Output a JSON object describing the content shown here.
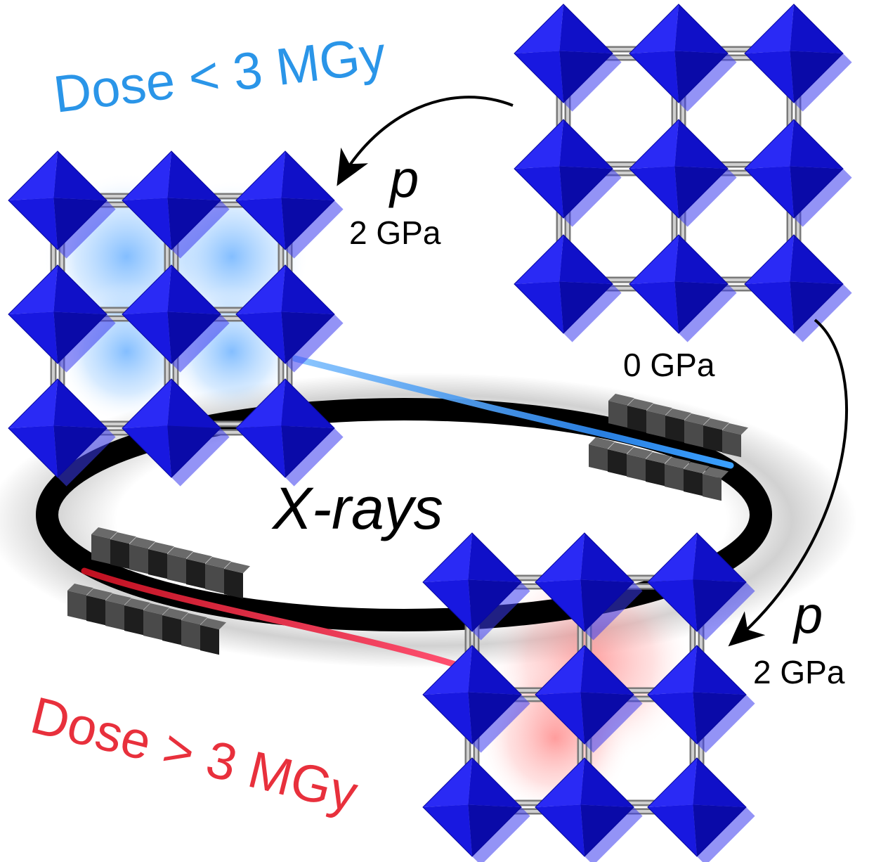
{
  "labels": {
    "dose_low": "Dose < 3 MGy",
    "dose_high": "Dose > 3 MGy",
    "pressure_symbol_top": "p",
    "pressure_value_top": "2 GPa",
    "pressure_value_start": "0 GPa",
    "pressure_symbol_bottom": "p",
    "pressure_value_bottom": "2 GPa",
    "xrays": "X-rays"
  },
  "colors": {
    "dose_low": "#2a95e8",
    "dose_high": "#e8303c",
    "octahedron": "#1414e0",
    "ring": "#000000",
    "magnet": "#3a3a3a",
    "beam_low": "#3aa0ff",
    "beam_high": "#e0303a"
  },
  "structures": [
    {
      "pressure": "0 GPa",
      "state": "ambient"
    },
    {
      "pressure": "2 GPa",
      "state": "low dose"
    },
    {
      "pressure": "2 GPa",
      "state": "high dose"
    }
  ]
}
